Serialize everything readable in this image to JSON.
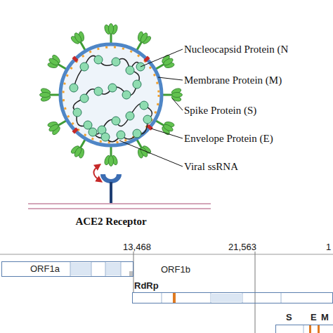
{
  "diagram": {
    "nodes": [
      {
        "text": [
          "ORF1a"
        ]
      },
      {
        "text": [
          "ORF1b",
          "RdRp"
        ]
      },
      {
        "text": [
          "S",
          "E",
          "M"
        ]
      }
    ],
    "labels": [
      "Nucleocapsid Protein (N",
      "Membrane Protein (M)",
      "Spike Protein (S)",
      "Envelope Protein (E)",
      "Viral ssRNA",
      "ACE2 Receptor",
      "13,468",
      "21,563",
      "1"
    ]
  }
}
